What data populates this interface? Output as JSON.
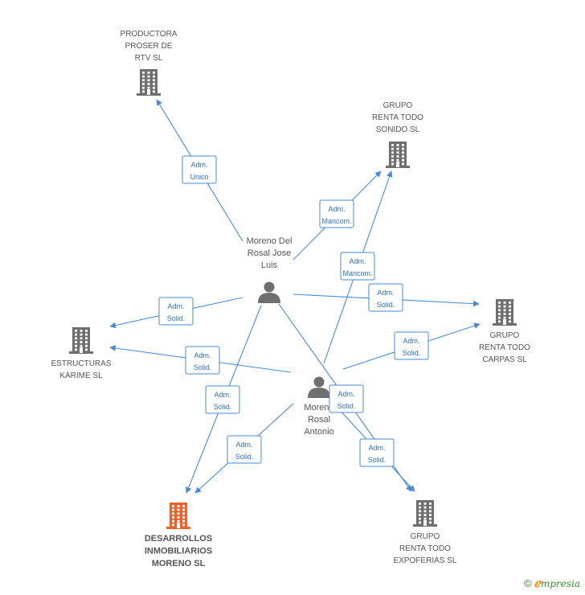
{
  "colors": {
    "edge": "#4a8ad8",
    "building": "#6f6f6f",
    "building_main": "#f0602a",
    "person": "#6f6f6f",
    "label": "#555555",
    "edge_label_text": "#2f6fc7",
    "edge_label_border": "#4a8ad8"
  },
  "nodes": {
    "productora": {
      "lines": [
        "PRODUCTORA",
        "PROSER DE",
        "RTV SL"
      ],
      "icon": "building-icon"
    },
    "grupo_sonido": {
      "lines": [
        "GRUPO",
        "RENTA TODO",
        "SONIDO SL"
      ],
      "icon": "building-icon"
    },
    "grupo_carpas": {
      "lines": [
        "GRUPO",
        "RENTA TODO",
        "CARPAS SL"
      ],
      "icon": "building-icon"
    },
    "estructuras": {
      "lines": [
        "ESTRUCTURAS",
        "KARIME SL"
      ],
      "icon": "building-icon"
    },
    "desarrollos": {
      "lines": [
        "DESARROLLOS",
        "INMOBILIARIOS",
        "MORENO SL"
      ],
      "icon": "building-icon"
    },
    "grupo_expoferias": {
      "lines": [
        "GRUPO",
        "RENTA TODO",
        "EXPOFERIAS SL"
      ],
      "icon": "building-icon"
    },
    "jose_luis": {
      "lines": [
        "Moreno Del",
        "Rosal Jose",
        "Luis"
      ],
      "icon": "person-icon"
    },
    "antonio": {
      "lines": [
        "Moreno",
        "Rosal",
        "Antonio"
      ],
      "icon": "person-icon"
    }
  },
  "edge_labels": {
    "jl_productora": [
      "Adm.",
      "Unico"
    ],
    "jl_sonido": [
      "Adm.",
      "Mancom."
    ],
    "an_sonido": [
      "Adm.",
      "Mancom."
    ],
    "jl_carpas": [
      "Adm.",
      "Solid."
    ],
    "an_carpas": [
      "Adm.",
      "Solid."
    ],
    "jl_estructuras": [
      "Adm.",
      "Solid."
    ],
    "an_estructuras": [
      "Adm.",
      "Solid."
    ],
    "jl_desarrollos": [
      "Adm.",
      "Solid."
    ],
    "an_desarrollos": [
      "Adm.",
      "Solid."
    ],
    "jl_expoferias": [
      "Adm.",
      "Solid."
    ],
    "an_expoferias": [
      "Adm.",
      "Solid."
    ]
  },
  "footer": {
    "copyright": "©",
    "brand_first": "ℯ",
    "brand_rest": "mpresia"
  }
}
